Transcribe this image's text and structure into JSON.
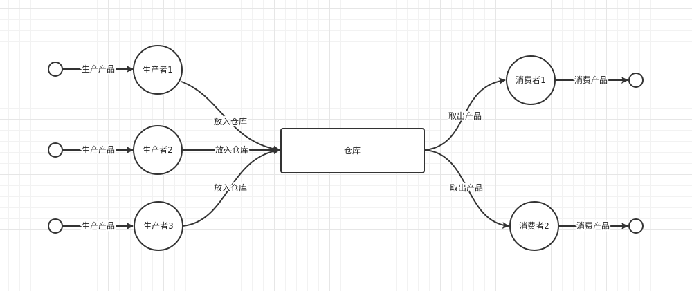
{
  "diagram": {
    "warehouse": "仓库",
    "producers": [
      "生产者1",
      "生产者2",
      "生产者3"
    ],
    "consumers": [
      "消费者1",
      "消费者2"
    ],
    "produce_label": "生产产品",
    "store_label": "放入仓库",
    "take_label": "取出产品",
    "consume_label": "消费产品"
  }
}
